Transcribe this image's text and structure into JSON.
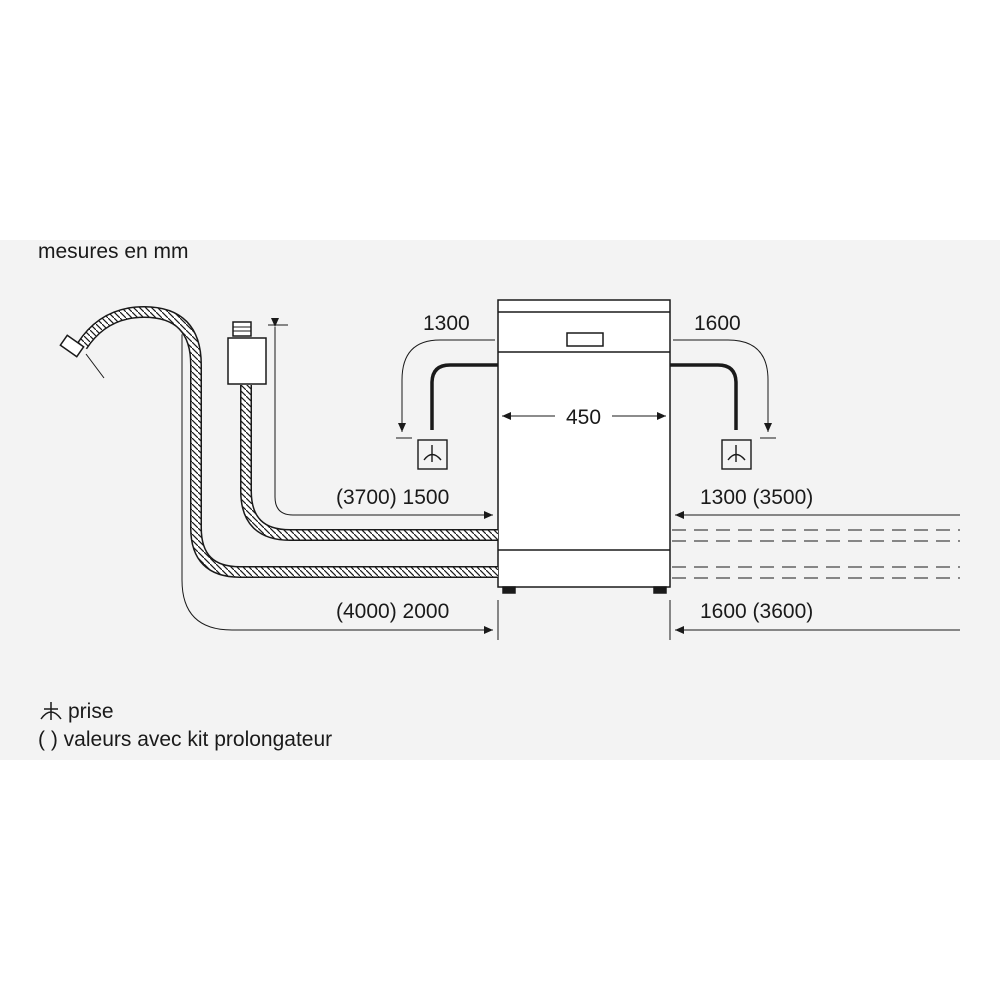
{
  "title": "mesures en mm",
  "dimensions": {
    "left_top": "1300",
    "right_top": "1600",
    "width": "450",
    "left_mid": "(3700) 1500",
    "right_mid": "1300 (3500)",
    "left_bottom": "(4000) 2000",
    "right_bottom": "1600 (3600)"
  },
  "legend": {
    "socket_label": "prise",
    "paren_symbol": "( )",
    "paren_label": "valeurs avec kit prolongateur"
  },
  "colors": {
    "line": "#1a1a1a",
    "background_panel": "#f3f3f3"
  }
}
